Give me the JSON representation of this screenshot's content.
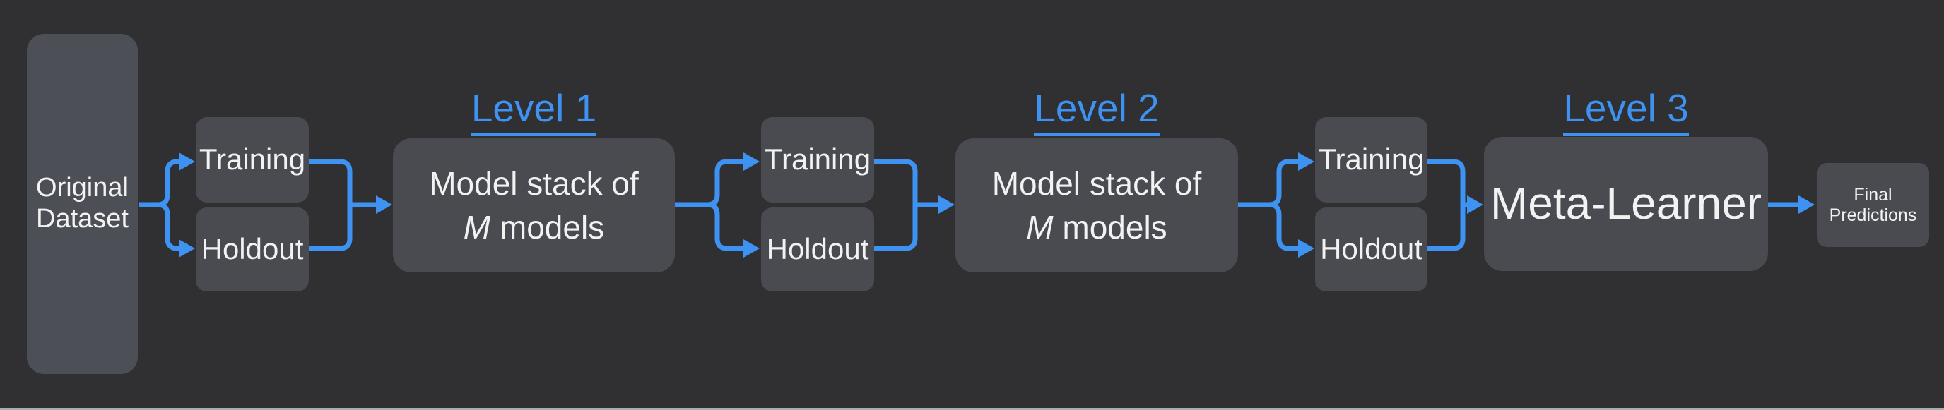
{
  "headings": {
    "level1": "Level 1",
    "level2": "Level 2",
    "level3": "Level 3"
  },
  "nodes": {
    "original": {
      "label": "Original Dataset"
    },
    "pair1": {
      "training": "Training",
      "holdout": "Holdout"
    },
    "pair2": {
      "training": "Training",
      "holdout": "Holdout"
    },
    "pair3": {
      "training": "Training",
      "holdout": "Holdout"
    },
    "stack1": {
      "line1": "Model stack of",
      "em": "M",
      "rest": " models"
    },
    "stack2": {
      "line1": "Model stack of",
      "em": "M",
      "rest": " models"
    },
    "meta": {
      "label": "Meta-Learner"
    },
    "final": {
      "label": "Final Predictions"
    }
  },
  "colors": {
    "background": "#303032",
    "node_fill": "#494B51",
    "original_node_fill": "#4D4F56",
    "accent_blue": "#3E92F2",
    "text": "#F2F2F2",
    "bottom_edge": "#A9ADB0"
  }
}
